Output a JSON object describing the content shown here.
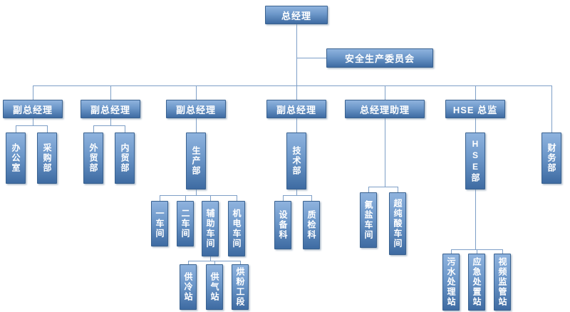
{
  "org": {
    "root": {
      "label": "总经理",
      "staff": {
        "label": "安全生产委员会"
      },
      "children": [
        {
          "label": "副总经理",
          "children": [
            {
              "label": "办公室"
            },
            {
              "label": "采购部"
            }
          ]
        },
        {
          "label": "副总经理",
          "children": [
            {
              "label": "外贸部"
            },
            {
              "label": "内贸部"
            }
          ]
        },
        {
          "label": "副总经理",
          "children": [
            {
              "label": "生产部",
              "children": [
                {
                  "label": "一车间"
                },
                {
                  "label": "二车间"
                },
                {
                  "label": "辅助车间",
                  "children": [
                    {
                      "label": "供冷站"
                    },
                    {
                      "label": "供气站"
                    },
                    {
                      "label": "烘粉工段"
                    }
                  ]
                },
                {
                  "label": "机电车间"
                }
              ]
            }
          ]
        },
        {
          "label": "副总经理",
          "children": [
            {
              "label": "技术部",
              "children": [
                {
                  "label": "设备科"
                },
                {
                  "label": "质检科"
                }
              ]
            }
          ]
        },
        {
          "label": "总经理助理",
          "children": [
            {
              "label": "氟盐车间"
            },
            {
              "label": "超纯酸车间"
            }
          ]
        },
        {
          "label": "HSE 总监",
          "children": [
            {
              "label": "HSE部",
              "children": [
                {
                  "label": "污水处理站"
                },
                {
                  "label": "应急处置站"
                },
                {
                  "label": "视频监管站"
                }
              ]
            }
          ]
        },
        {
          "label": "财务部"
        }
      ]
    }
  },
  "colors": {
    "background": "#ffffff",
    "box_top": "#8fb3de",
    "box_mid": "#6c97c9",
    "box_bottom": "#3e6ba2",
    "box_border": "#39618f",
    "text": "#ffffff",
    "line": "#7e9fc7"
  }
}
